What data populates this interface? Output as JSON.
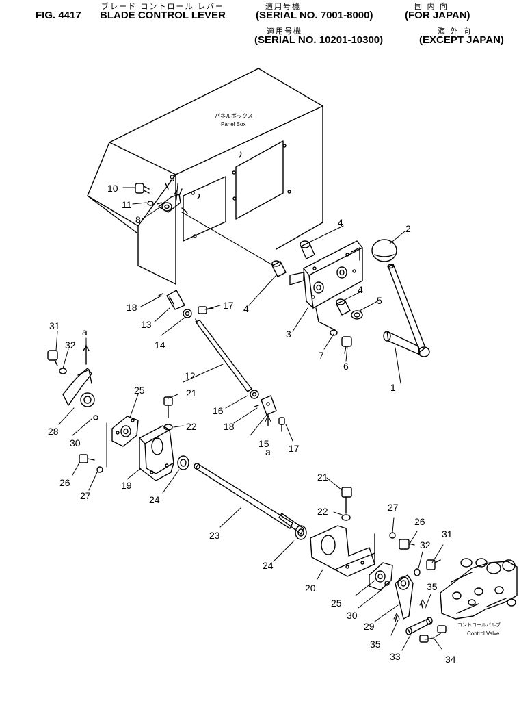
{
  "header": {
    "jp_title": "ブレード コントロール レバー",
    "jp_applicable_1": "適用号機",
    "jp_domestic": "国 内 向",
    "line1_fig": "FIG. 4417",
    "line1_name": "BLADE CONTROL LEVER",
    "line1_serial": "(SERIAL NO. 7001-8000)",
    "line1_region": "(FOR JAPAN)",
    "jp_applicable_2": "適用号機",
    "jp_overseas": "海 外 向",
    "line2_serial": "(SERIAL NO. 10201-10300)",
    "line2_region": "(EXCEPT JAPAN)"
  },
  "annotations": {
    "panel_box_jp": "パネルボックス",
    "panel_box_en": "Panel Box",
    "control_valve_jp": "コントロールバルブ",
    "control_valve_en": "Control Valve"
  },
  "callouts": [
    "1",
    "2",
    "3",
    "4",
    "4",
    "4",
    "5",
    "6",
    "7",
    "8",
    "9",
    "10",
    "11",
    "12",
    "13",
    "14",
    "15",
    "16",
    "17",
    "17",
    "18",
    "18",
    "19",
    "20",
    "21",
    "21",
    "22",
    "22",
    "23",
    "24",
    "24",
    "25",
    "25",
    "26",
    "26",
    "27",
    "27",
    "28",
    "29",
    "30",
    "30",
    "31",
    "31",
    "32",
    "32",
    "33",
    "34",
    "35",
    "35",
    "a",
    "a"
  ]
}
